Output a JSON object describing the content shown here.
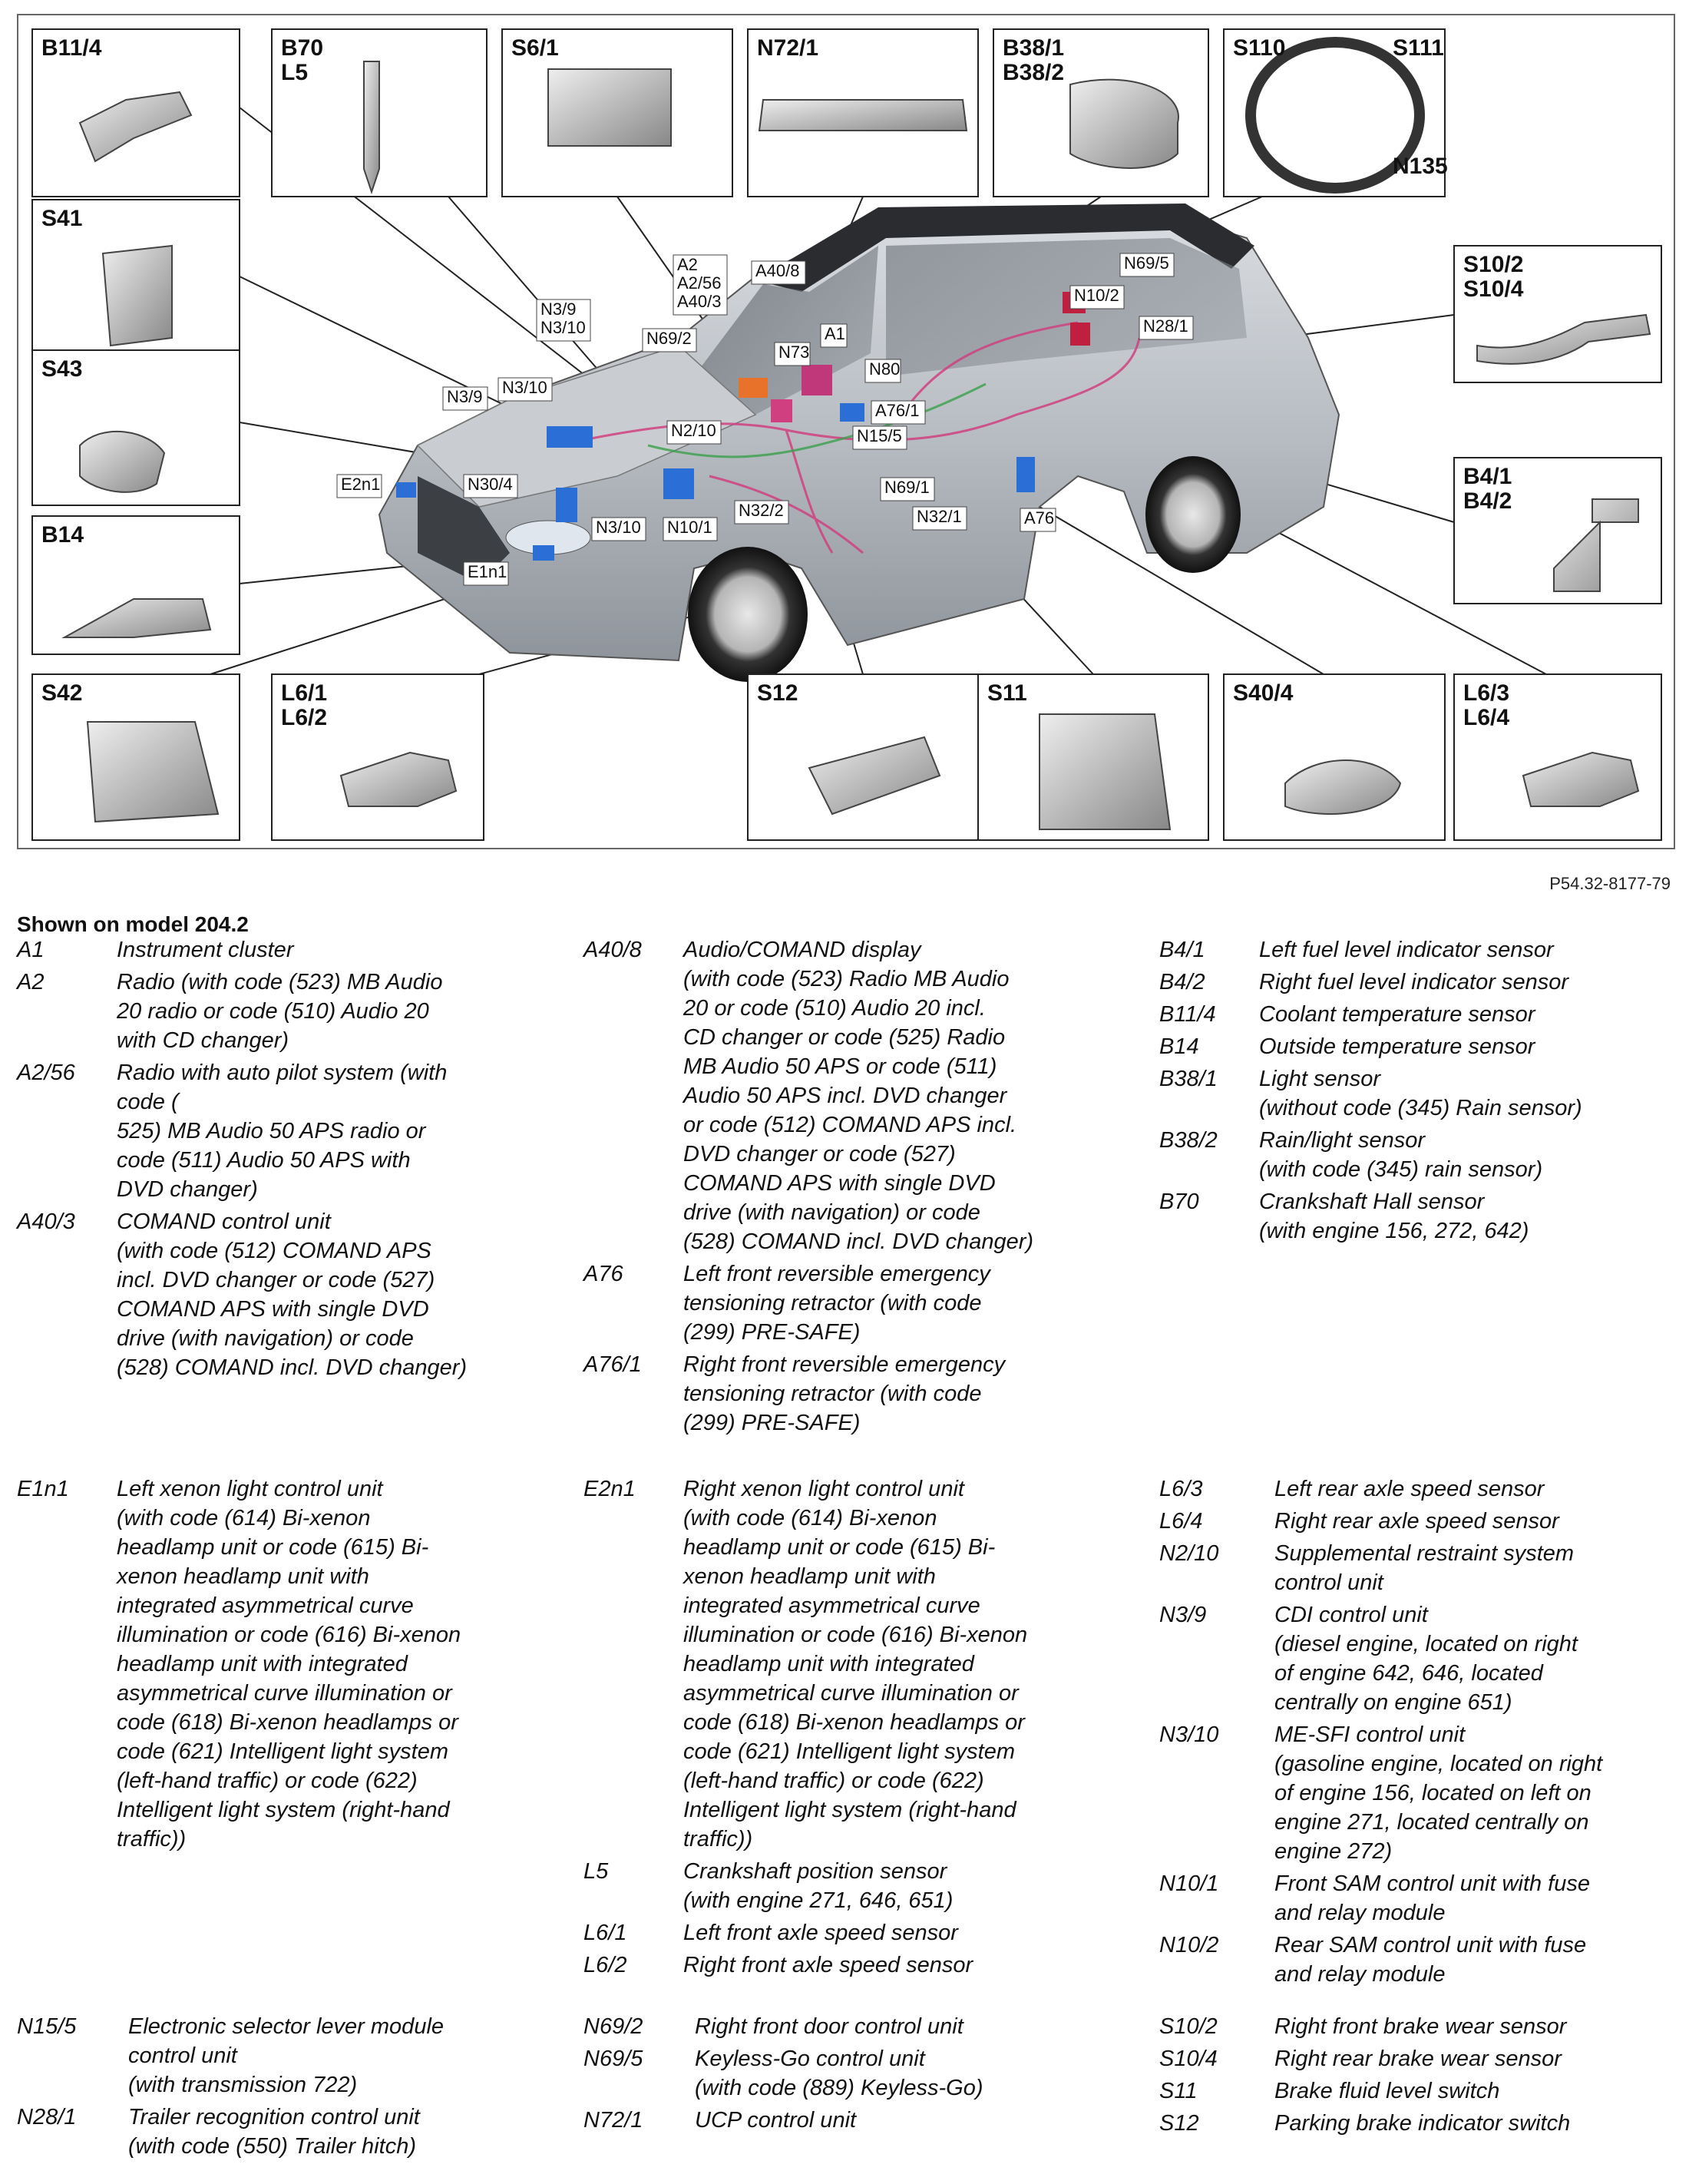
{
  "reference": "P54.32-8177-79",
  "legend_title": "Shown on model 204.2",
  "panels": [
    {
      "id": "b11-4",
      "label": "B11/4"
    },
    {
      "id": "b70-l5",
      "label": "B70\nL5"
    },
    {
      "id": "s6-1",
      "label": "S6/1"
    },
    {
      "id": "n72-1",
      "label": "N72/1"
    },
    {
      "id": "b38",
      "label": "B38/1\nB38/2"
    },
    {
      "id": "s110",
      "label": "S110"
    },
    {
      "id": "s111",
      "label": "S111"
    },
    {
      "id": "n135",
      "label": "N135"
    },
    {
      "id": "s41",
      "label": "S41"
    },
    {
      "id": "s10",
      "label": "S10/2\nS10/4"
    },
    {
      "id": "s43",
      "label": "S43"
    },
    {
      "id": "b4",
      "label": "B4/1\nB4/2"
    },
    {
      "id": "b14",
      "label": "B14"
    },
    {
      "id": "s42",
      "label": "S42"
    },
    {
      "id": "l6-1",
      "label": "L6/1\nL6/2"
    },
    {
      "id": "s12",
      "label": "S12"
    },
    {
      "id": "s11",
      "label": "S11"
    },
    {
      "id": "s40-4",
      "label": "S40/4"
    },
    {
      "id": "l6-3",
      "label": "L6/3\nL6/4"
    }
  ],
  "callouts": [
    {
      "id": "a2-stack",
      "label": "A2\nA2/56\nA40/3"
    },
    {
      "id": "a40-8",
      "label": "A40/8"
    },
    {
      "id": "a1",
      "label": "A1"
    },
    {
      "id": "n73",
      "label": "N73"
    },
    {
      "id": "n69-5",
      "label": "N69/5"
    },
    {
      "id": "n10-2",
      "label": "N10/2"
    },
    {
      "id": "n28-1",
      "label": "N28/1"
    },
    {
      "id": "n3-9-n3-10",
      "label": "N3/9\nN3/10"
    },
    {
      "id": "n69-2",
      "label": "N69/2"
    },
    {
      "id": "n80",
      "label": "N80"
    },
    {
      "id": "a76-1",
      "label": "A76/1"
    },
    {
      "id": "n3-10-a",
      "label": "N3/10"
    },
    {
      "id": "n3-9",
      "label": "N3/9"
    },
    {
      "id": "n2-10",
      "label": "N2/10"
    },
    {
      "id": "n15-5",
      "label": "N15/5"
    },
    {
      "id": "e2n1",
      "label": "E2n1"
    },
    {
      "id": "n30-4",
      "label": "N30/4"
    },
    {
      "id": "n69-1",
      "label": "N69/1"
    },
    {
      "id": "n32-2",
      "label": "N32/2"
    },
    {
      "id": "n32-1",
      "label": "N32/1"
    },
    {
      "id": "a76",
      "label": "A76"
    },
    {
      "id": "n3-10-b",
      "label": "N3/10"
    },
    {
      "id": "n10-1",
      "label": "N10/1"
    },
    {
      "id": "e1n1",
      "label": "E1n1"
    }
  ],
  "legend_columns": [
    [
      {
        "code": "A1",
        "desc": "Instrument cluster"
      },
      {
        "code": "A2",
        "desc": "Radio (with code (523) MB Audio\n20 radio or code (510) Audio 20\nwith CD changer)"
      },
      {
        "code": "A2/56",
        "desc": "Radio with auto pilot system (with\ncode (\n525) MB Audio 50 APS radio or\ncode (511) Audio 50 APS with\nDVD changer)"
      },
      {
        "code": "A40/3",
        "desc": "COMAND control unit\n(with code (512) COMAND APS\nincl. DVD changer or code (527)\nCOMAND APS with single DVD\ndrive (with navigation) or code\n(528) COMAND incl. DVD changer)"
      }
    ],
    [
      {
        "code": "A40/8",
        "desc": "Audio/COMAND display\n(with code (523) Radio MB Audio\n20 or code (510) Audio 20 incl.\nCD changer or code (525) Radio\nMB Audio 50 APS or code (511)\nAudio 50 APS incl. DVD changer\nor code (512) COMAND APS incl.\nDVD changer or code (527)\nCOMAND APS with single DVD\ndrive (with navigation) or code\n(528) COMAND incl. DVD changer)"
      },
      {
        "code": "A76",
        "desc": "Left front reversible emergency\ntensioning retractor (with code\n(299) PRE-SAFE)"
      },
      {
        "code": "A76/1",
        "desc": "Right front reversible emergency\ntensioning retractor (with code\n(299) PRE-SAFE)"
      }
    ],
    [
      {
        "code": "B4/1",
        "desc": "Left fuel level indicator sensor"
      },
      {
        "code": "B4/2",
        "desc": "Right fuel level indicator sensor"
      },
      {
        "code": "B11/4",
        "desc": "Coolant temperature sensor"
      },
      {
        "code": "B14",
        "desc": "Outside temperature sensor"
      },
      {
        "code": "B38/1",
        "desc": "Light sensor\n(without code (345) Rain sensor)"
      },
      {
        "code": "B38/2",
        "desc": "Rain/light sensor\n(with code (345) rain sensor)"
      },
      {
        "code": "B70",
        "desc": "Crankshaft Hall sensor\n(with engine 156, 272, 642)"
      }
    ],
    [
      {
        "code": "E1n1",
        "desc": "Left xenon light control unit\n(with code (614) Bi-xenon\nheadlamp unit or code (615) Bi-\nxenon headlamp unit with\nintegrated asymmetrical curve\nillumination or code (616) Bi-xenon\nheadlamp unit with integrated\nasymmetrical curve illumination or\ncode (618) Bi-xenon headlamps or\ncode (621) Intelligent light system\n(left-hand traffic) or code (622)\nIntelligent light system (right-hand\ntraffic))"
      }
    ],
    [
      {
        "code": "E2n1",
        "desc": "Right xenon light control unit\n(with code (614) Bi-xenon\nheadlamp unit or code (615) Bi-\nxenon headlamp unit with\nintegrated asymmetrical curve\nillumination or code (616) Bi-xenon\nheadlamp unit with integrated\nasymmetrical curve illumination or\ncode (618) Bi-xenon headlamps or\ncode (621) Intelligent light system\n(left-hand traffic) or code (622)\nIntelligent light system (right-hand\ntraffic))"
      },
      {
        "code": "L5",
        "desc": "Crankshaft position sensor\n(with engine 271, 646, 651)"
      },
      {
        "code": "L6/1",
        "desc": "Left front axle speed sensor"
      },
      {
        "code": "L6/2",
        "desc": "Right front axle speed sensor"
      }
    ],
    [
      {
        "code": "L6/3",
        "desc": "Left rear axle speed sensor"
      },
      {
        "code": "L6/4",
        "desc": "Right rear axle speed sensor"
      },
      {
        "code": "N2/10",
        "desc": "Supplemental restraint system\ncontrol unit"
      },
      {
        "code": "N3/9",
        "desc": "CDI control unit\n(diesel engine, located on right\nof engine 642, 646, located\ncentrally on engine 651)"
      },
      {
        "code": "N3/10",
        "desc": "ME-SFI control unit\n(gasoline engine, located on right\nof engine 156, located on left on\nengine 271, located centrally on\nengine 272)"
      },
      {
        "code": "N10/1",
        "desc": "Front SAM control unit with fuse\nand relay module"
      },
      {
        "code": "N10/2",
        "desc": "Rear SAM control unit with fuse\nand relay module"
      }
    ],
    [
      {
        "code": "N15/5",
        "desc": "Electronic selector lever module\ncontrol unit\n(with transmission 722)"
      },
      {
        "code": "N28/1",
        "desc": "Trailer recognition control unit\n(with code (550) Trailer hitch)"
      }
    ],
    [
      {
        "code": "N69/2",
        "desc": "Right front door control unit"
      },
      {
        "code": "N69/5",
        "desc": "Keyless-Go control unit\n(with code (889) Keyless-Go)"
      },
      {
        "code": "N72/1",
        "desc": "UCP control unit"
      }
    ],
    [
      {
        "code": "S10/2",
        "desc": "Right front brake wear sensor"
      },
      {
        "code": "S10/4",
        "desc": "Right rear brake wear sensor"
      },
      {
        "code": "S11",
        "desc": "Brake fluid level switch"
      },
      {
        "code": "S12",
        "desc": "Parking brake indicator switch"
      }
    ]
  ]
}
